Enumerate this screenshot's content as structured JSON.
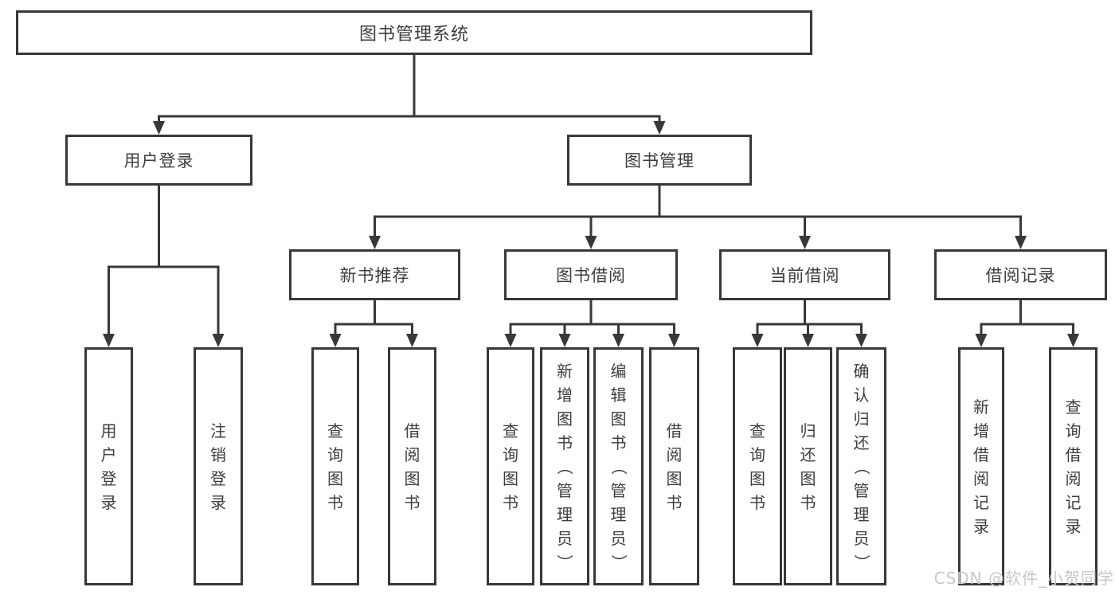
{
  "diagram": {
    "title": "图书管理系统",
    "nodes": [
      {
        "id": "root",
        "label": "图书管理系统",
        "parent": null
      },
      {
        "id": "user-login-branch",
        "label": "用户登录",
        "parent": "root"
      },
      {
        "id": "book-management",
        "label": "图书管理",
        "parent": "root"
      },
      {
        "id": "new-book-recommend",
        "label": "新书推荐",
        "parent": "book-management"
      },
      {
        "id": "book-borrowing",
        "label": "图书借阅",
        "parent": "book-management"
      },
      {
        "id": "current-borrowing",
        "label": "当前借阅",
        "parent": "book-management"
      },
      {
        "id": "borrowing-records",
        "label": "借阅记录",
        "parent": "book-management"
      },
      {
        "id": "leaf-user-login",
        "label": "用户登录",
        "parent": "user-login-branch"
      },
      {
        "id": "leaf-logout",
        "label": "注销登录",
        "parent": "user-login-branch"
      },
      {
        "id": "leaf-query-books-1",
        "label": "查询图书",
        "parent": "new-book-recommend"
      },
      {
        "id": "leaf-borrow-books-1",
        "label": "借阅图书",
        "parent": "new-book-recommend"
      },
      {
        "id": "leaf-query-books-2",
        "label": "查询图书",
        "parent": "book-borrowing"
      },
      {
        "id": "leaf-add-books-admin",
        "label": "新增图书（管理员）",
        "parent": "book-borrowing"
      },
      {
        "id": "leaf-edit-books-admin",
        "label": "编辑图书（管理员）",
        "parent": "book-borrowing"
      },
      {
        "id": "leaf-borrow-books-2",
        "label": "借阅图书",
        "parent": "book-borrowing"
      },
      {
        "id": "leaf-query-books-3",
        "label": "查询图书",
        "parent": "current-borrowing"
      },
      {
        "id": "leaf-return-books",
        "label": "归还图书",
        "parent": "current-borrowing"
      },
      {
        "id": "leaf-confirm-return-admin",
        "label": "确认归还（管理员）",
        "parent": "current-borrowing"
      },
      {
        "id": "leaf-add-borrow-record",
        "label": "新增借阅记录",
        "parent": "borrowing-records"
      },
      {
        "id": "leaf-query-borrow-record",
        "label": "查询借阅记录",
        "parent": "borrowing-records"
      }
    ]
  },
  "watermark": {
    "text": "CSDN @软件_小贺同学"
  },
  "colors": {
    "line": "#383838",
    "box_border": "#383838",
    "box_background": "#ffffff",
    "text": "#3d3d3d",
    "watermark": "#c7c7c7"
  }
}
